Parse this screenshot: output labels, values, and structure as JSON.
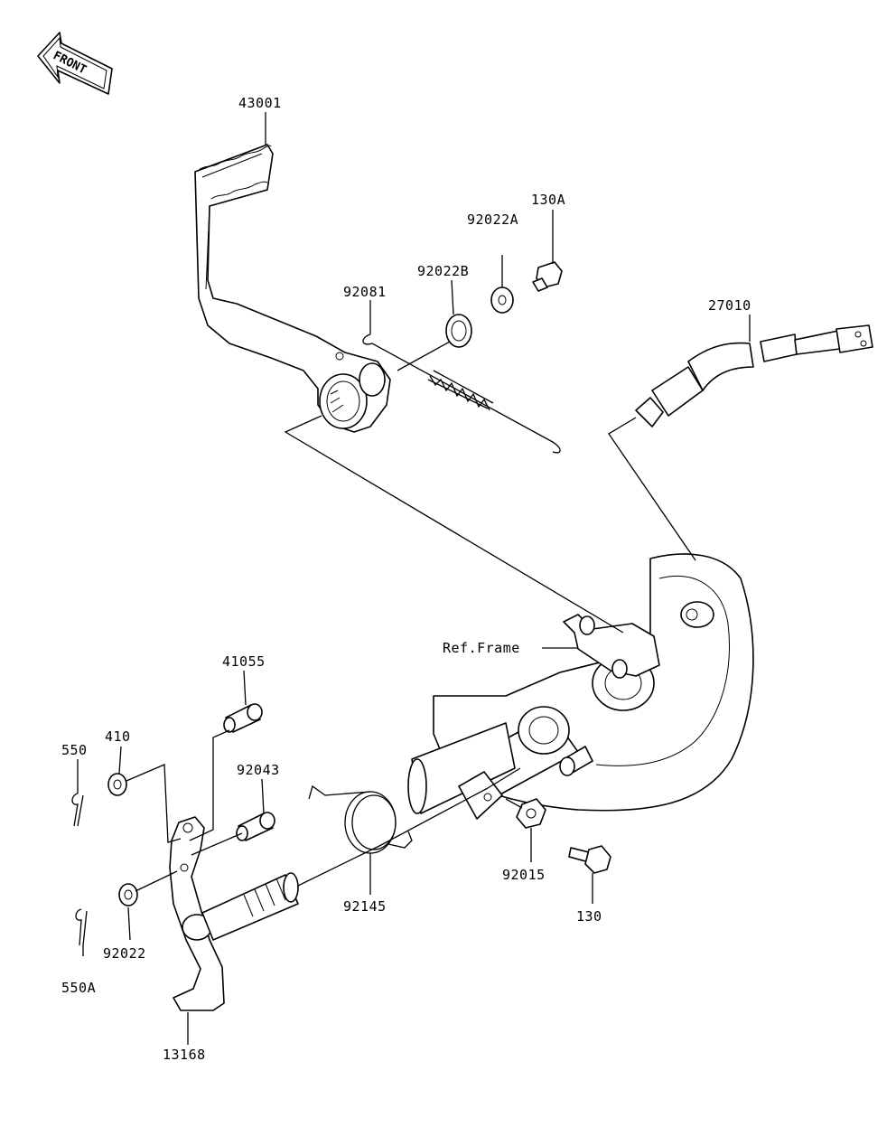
{
  "front_badge": "FRONT",
  "ref_label": "Ref.Frame",
  "parts": [
    {
      "id": "p43001",
      "number": "43001",
      "icon": "brake-pedal"
    },
    {
      "id": "p92081",
      "number": "92081",
      "icon": "spring-hook"
    },
    {
      "id": "p92022B",
      "number": "92022B",
      "icon": "washer"
    },
    {
      "id": "p92022A",
      "number": "92022A",
      "icon": "washer"
    },
    {
      "id": "p130A",
      "number": "130A",
      "icon": "bolt"
    },
    {
      "id": "p27010",
      "number": "27010",
      "icon": "brake-switch"
    },
    {
      "id": "p41055",
      "number": "41055",
      "icon": "pin"
    },
    {
      "id": "p410",
      "number": "410",
      "icon": "washer"
    },
    {
      "id": "p550",
      "number": "550",
      "icon": "cotter-pin"
    },
    {
      "id": "p92043",
      "number": "92043",
      "icon": "pin"
    },
    {
      "id": "p92015",
      "number": "92015",
      "icon": "nut"
    },
    {
      "id": "p130",
      "number": "130",
      "icon": "bolt"
    },
    {
      "id": "p92145",
      "number": "92145",
      "icon": "torsion-spring"
    },
    {
      "id": "p92022",
      "number": "92022",
      "icon": "washer"
    },
    {
      "id": "p550A",
      "number": "550A",
      "icon": "cotter-pin"
    },
    {
      "id": "p13168",
      "number": "13168",
      "icon": "brake-lever"
    }
  ]
}
